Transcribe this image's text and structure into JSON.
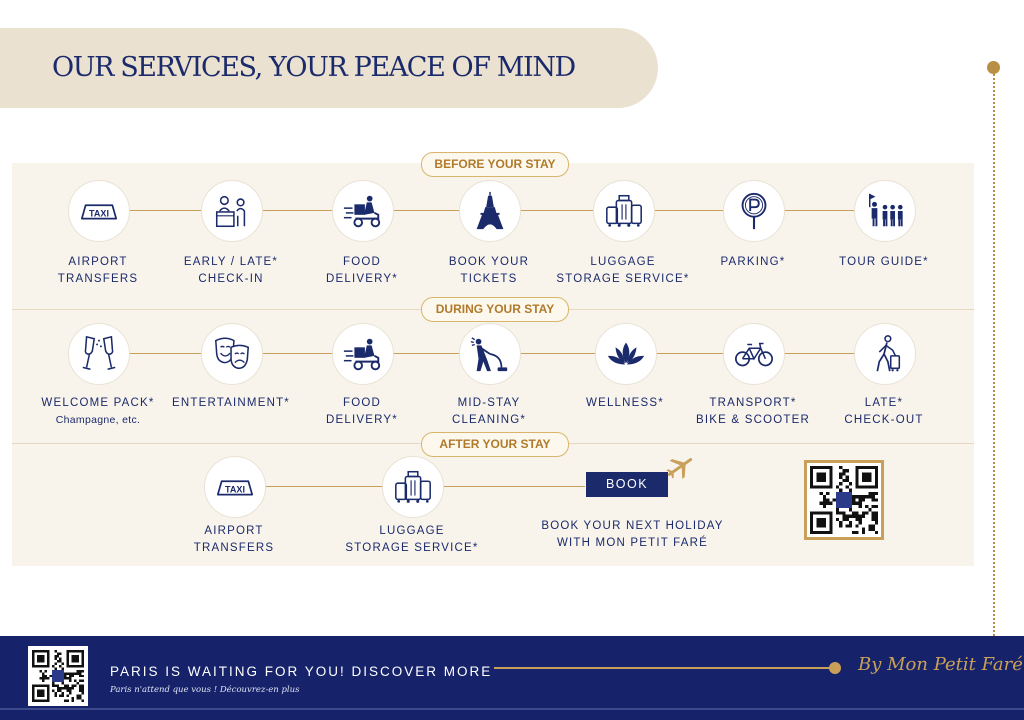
{
  "title": "OUR SERVICES, YOUR PEACE OF MIND",
  "stages": [
    {
      "label": "BEFORE YOUR STAY",
      "services": [
        {
          "label": "AIRPORT\nTRANSFERS",
          "icon": "taxi-icon"
        },
        {
          "label": "EARLY / LATE*\nCHECK-IN",
          "icon": "reception-desk-icon"
        },
        {
          "label": "FOOD\nDELIVERY*",
          "icon": "delivery-scooter-icon"
        },
        {
          "label": "BOOK YOUR\nTICKETS",
          "icon": "eiffel-tower-icon"
        },
        {
          "label": "LUGGAGE\nSTORAGE SERVICE*",
          "icon": "luggage-icon"
        },
        {
          "label": "PARKING*",
          "icon": "parking-sign-icon"
        },
        {
          "label": "TOUR GUIDE*",
          "icon": "tour-group-icon"
        }
      ]
    },
    {
      "label": "DURING YOUR STAY",
      "services": [
        {
          "label": "WELCOME PACK*",
          "sub": "Champagne, etc.",
          "icon": "champagne-glasses-icon"
        },
        {
          "label": "ENTERTAINMENT*",
          "icon": "theater-masks-icon"
        },
        {
          "label": "FOOD\nDELIVERY*",
          "icon": "delivery-scooter-icon"
        },
        {
          "label": "MID-STAY\nCLEANING*",
          "icon": "vacuum-cleaner-icon"
        },
        {
          "label": "WELLNESS*",
          "icon": "lotus-icon"
        },
        {
          "label": "TRANSPORT*\nBIKE & SCOOTER",
          "icon": "bicycle-icon"
        },
        {
          "label": "LATE*\nCHECK-OUT",
          "icon": "traveler-suitcase-icon"
        }
      ]
    },
    {
      "label": "AFTER YOUR STAY",
      "services": [
        {
          "label": "AIRPORT\nTRANSFERS",
          "icon": "taxi-icon"
        },
        {
          "label": "LUGGAGE\nSTORAGE SERVICE*",
          "icon": "luggage-icon"
        }
      ]
    }
  ],
  "icon_text": {
    "taxi": "TAXI"
  },
  "book": {
    "button": "BOOK",
    "text": "BOOK YOUR NEXT HOLIDAY\nWITH MON PETIT FARÉ"
  },
  "footer": {
    "title": "PARIS IS WAITING FOR YOU! DISCOVER MORE",
    "subtitle": "Paris n'attend que vous ! Découvrez-en plus",
    "signature": "By Mon Petit Faré"
  },
  "colors": {
    "navy": "#1b2a6b",
    "gold": "#c9a05a",
    "beige": "#ebe1d0",
    "panel": "#f8f4ec"
  }
}
